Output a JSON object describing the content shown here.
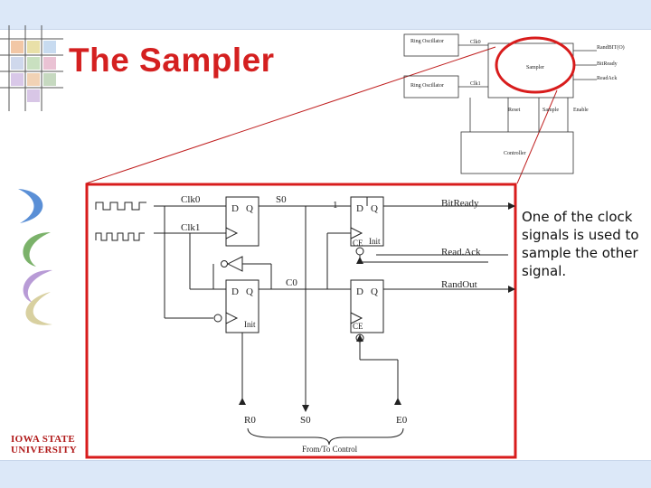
{
  "slide": {
    "title": "The Sampler",
    "caption": "One of the clock signals is used to sample the other signal.",
    "logo": {
      "line1": "IOWA STATE",
      "line2": "UNIVERSITY"
    }
  },
  "overview": {
    "osc_top": "Ring Oscillator",
    "osc_bottom": "Ring Oscillator",
    "clk0": "Clk0",
    "clk1": "Clk1",
    "sampler": "Sampler",
    "out_rand": "RandBIT(O)",
    "out_bitready": "BitReady",
    "out_readack": "ReadAck",
    "reset": "Reset",
    "sample": "Sample",
    "enable": "Enable",
    "controller": "Controller"
  },
  "circuit": {
    "clk0": "Clk0",
    "clk1": "Clk1",
    "s0": "S0",
    "c0": "C0",
    "one": "1",
    "d": "D",
    "q": "Q",
    "ce": "CE",
    "init": "Init",
    "bit_ready": "BitReady",
    "read_ack": "Read.Ack",
    "rand_out": "RandOut",
    "r0": "R0",
    "s0_bottom": "S0",
    "e0": "E0",
    "control": "From/To Control"
  },
  "colors": {
    "title": "#d42020",
    "highlight": "#d81c1c",
    "bar": "#dce8f8"
  }
}
